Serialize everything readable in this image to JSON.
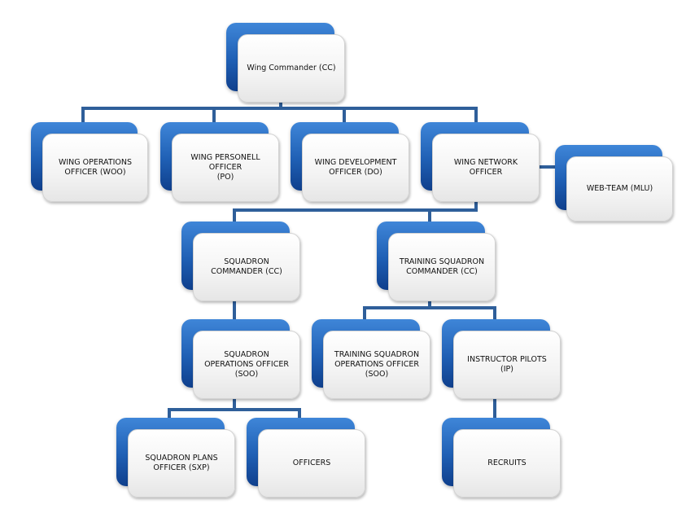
{
  "diagram": {
    "nodes": {
      "wing_commander": "Wing Commander (CC)",
      "wing_operations_officer": "WING OPERATIONS\nOFFICER (WOO)",
      "wing_personell_officer": "WING PERSONELL\nOFFICER\n(PO)",
      "wing_development_officer": "WING DEVELOPMENT\nOFFICER (DO)",
      "wing_network_officer": "WING NETWORK\nOFFICER",
      "web_team": "WEB-TEAM (MLU)",
      "squadron_commander": "SQUADRON\nCOMMANDER (CC)",
      "training_squadron_commander": "TRAINING SQUADRON\nCOMMANDER (CC)",
      "squadron_operations_officer": "SQUADRON\nOPERATIONS OFFICER\n(SOO)",
      "training_squadron_operations_officer": "TRAINING SQUADRON\nOPERATIONS OFFICER\n(SOO)",
      "instructor_pilots": "INSTRUCTOR PILOTS (IP)",
      "squadron_plans_officer": "SQUADRON PLANS\nOFFICER (SXP)",
      "officers": "OFFICERS",
      "recruits": "RECRUITS"
    },
    "colors": {
      "box_back": "#1f5fb4",
      "box_front": "#f3f3f3",
      "connector": "#2f5f9a"
    }
  }
}
